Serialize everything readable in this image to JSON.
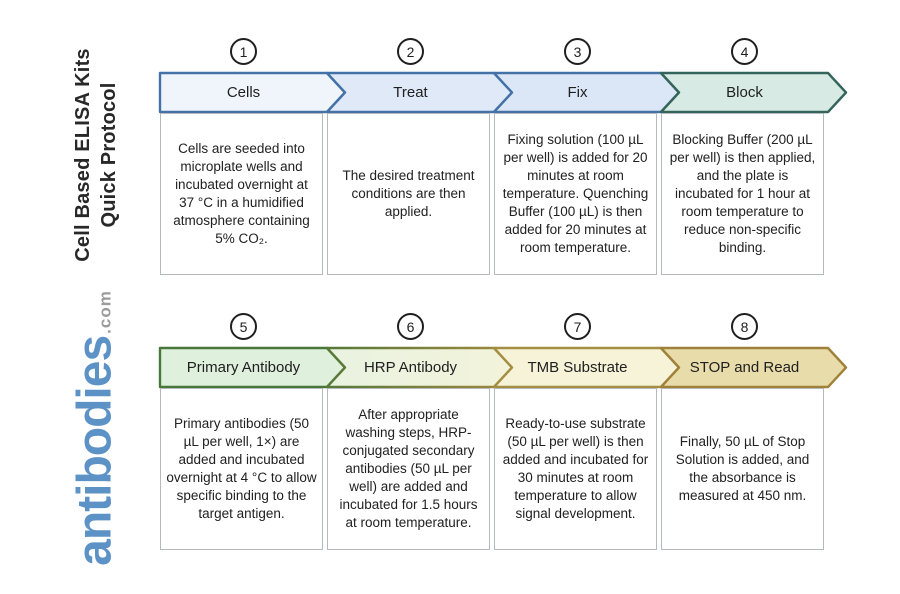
{
  "sidebar": {
    "title_line1": "Cell Based ELISA Kits",
    "title_line2": "Quick Protocol",
    "logo_text": "antibodies",
    "logo_suffix": ".com",
    "logo_color": "#5d92c6",
    "logo_suffix_color": "#9b9b9b"
  },
  "steps": [
    {
      "number": "1",
      "label": "Cells",
      "description": "Cells are seeded into microplate wells and incubated overnight at 37 °C in a humidified atmosphere containing 5% CO₂.",
      "fill": "#f0f5fb",
      "stroke": "#4472a6"
    },
    {
      "number": "2",
      "label": "Treat",
      "description": "The desired treatment conditions are then applied.",
      "fill": "#dfe9f8",
      "stroke": "#4472a6"
    },
    {
      "number": "3",
      "label": "Fix",
      "description": "Fixing solution (100 µL per well) is added for 20 minutes at room temperature. Quenching Buffer (100 µL) is then added for 20 minutes at room temperature.",
      "fill": "#dbe7f6",
      "stroke": "#4472a6"
    },
    {
      "number": "4",
      "label": "Block",
      "description": "Blocking Buffer (200 µL per well) is then applied, and the plate is incubated for 1 hour at room temperature to reduce non-specific binding.",
      "fill": "#d7ebe4",
      "stroke": "#35645a"
    },
    {
      "number": "5",
      "label": "Primary Antibody",
      "description": "Primary antibodies (50 µL per well, 1×) are added and incubated overnight at 4 °C to allow specific binding to the target antigen.",
      "fill": "#dff0dc",
      "stroke": "#48773a"
    },
    {
      "number": "6",
      "label": "HRP Antibody",
      "description": "After appropriate washing steps, HRP-conjugated secondary antibodies (50 µL per well) are added and incubated for 1.5 hours at room temperature.",
      "fill": "#e9f3e1",
      "fill2": "#f3f3da",
      "stroke": "#567939",
      "stroke2": "#a18a3e"
    },
    {
      "number": "7",
      "label": "TMB Substrate",
      "description": "Ready-to-use substrate (50 µL per well) is then added and incubated for 30 minutes at room temperature to allow signal development.",
      "fill": "#f7f3d8",
      "stroke": "#a38e41"
    },
    {
      "number": "8",
      "label": "STOP and Read",
      "description": "Finally, 50 µL of Stop Solution is added, and the absorbance is measured at 450 nm.",
      "fill": "#e9dcab",
      "stroke": "#a0813a"
    }
  ]
}
